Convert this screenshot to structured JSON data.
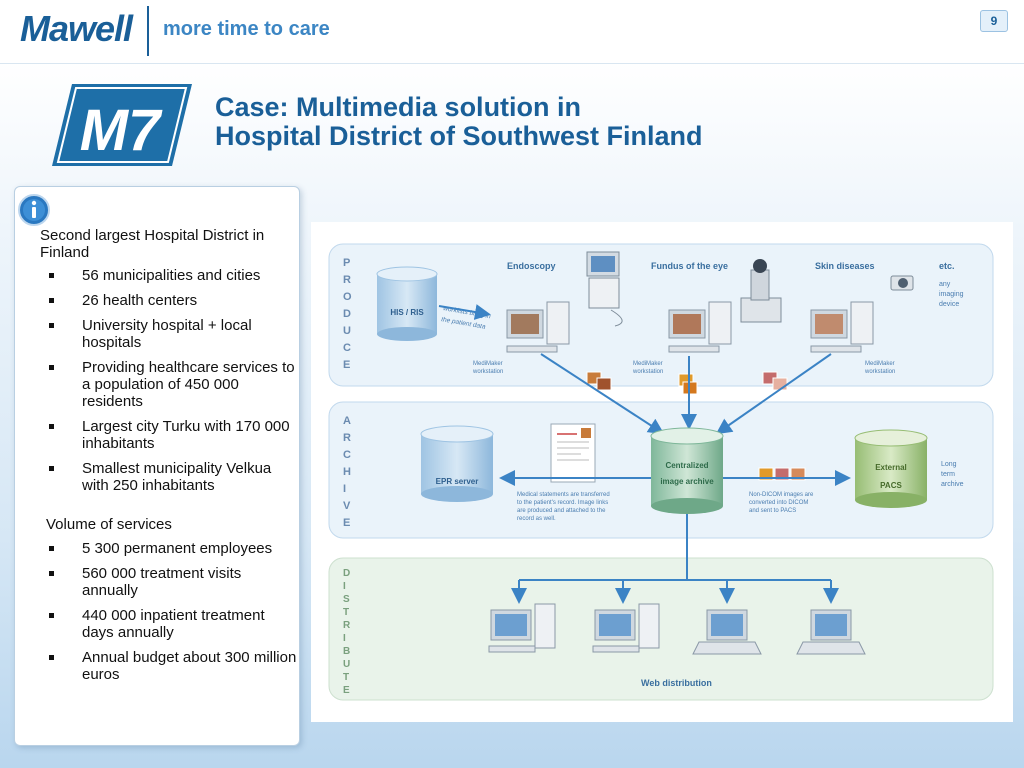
{
  "header": {
    "brand": "Mawell",
    "tagline": "more time to care",
    "page_number": "9"
  },
  "badge": {
    "label": "M7"
  },
  "title": {
    "line1": "Case: Multimedia solution in",
    "line2": "Hospital District of Southwest Finland"
  },
  "panel": {
    "intro": "Second largest Hospital District in Finland",
    "bullets1": [
      "56 municipalities and cities",
      "26 health centers",
      "University hospital + local hospitals",
      "Providing healthcare services to a population of 450 000 residents",
      "Largest city Turku with 170 000 inhabitants",
      "Smallest municipality Velkua with 250 inhabitants"
    ],
    "section2_title": "Volume of services",
    "bullets2": [
      "5 300 permanent employees",
      "560 000 treatment visits annually",
      "440 000 inpatient treatment days annually",
      "Annual budget about 300 million euros"
    ]
  },
  "diagram": {
    "produce_letters": [
      "P",
      "R",
      "O",
      "D",
      "U",
      "C",
      "E"
    ],
    "archive_letters": [
      "A",
      "R",
      "C",
      "H",
      "I",
      "V",
      "E"
    ],
    "distribute_letters": [
      "D",
      "I",
      "S",
      "T",
      "R",
      "I",
      "B",
      "U",
      "T",
      "E"
    ],
    "endoscopy": "Endoscopy",
    "fundus": "Fundus of the eye",
    "skin": "Skin diseases",
    "etc": "etc.",
    "any_imaging": [
      "any",
      "imaging",
      "device"
    ],
    "his_ris": "HIS / RIS",
    "worklists": [
      "worklists bring in",
      "the patient data"
    ],
    "workstation_label": [
      "MediMaker",
      "workstation"
    ],
    "epr_server": "EPR server",
    "centralized": [
      "Centralized",
      "image archive"
    ],
    "external": [
      "External",
      "PACS"
    ],
    "long_term": [
      "Long",
      "term",
      "archive"
    ],
    "medical_statements": [
      "Medical statements are transferred",
      "to the patient's record. Image links",
      "are produced and attached to the",
      "record as well."
    ],
    "non_dicom": [
      "Non-DICOM images are",
      "converted into DICOM",
      "and sent to PACS"
    ],
    "web_distribution": "Web distribution"
  },
  "colors": {
    "brand_blue": "#1a5f98",
    "arrow_blue": "#3b83c5",
    "band_blue": "#eaf3fa",
    "archive_cyl": "#6faf8a",
    "external_cyl": "#8fb56a"
  }
}
